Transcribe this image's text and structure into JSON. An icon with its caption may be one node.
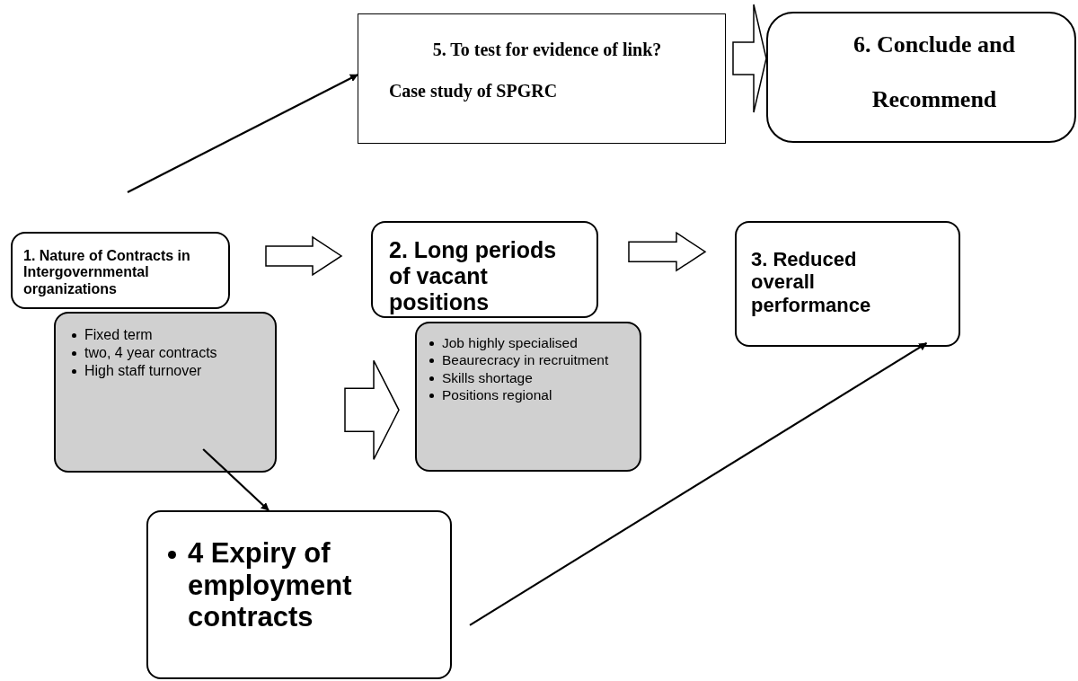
{
  "diagram": {
    "nodes": [
      {
        "text": [
          "1. Nature of Contracts in Intergovernmental organizations"
        ]
      },
      {
        "text": [
          "Fixed term",
          "two, 4 year contracts",
          "High staff turnover"
        ]
      },
      {
        "text": [
          "2. Long periods of vacant positions"
        ]
      },
      {
        "text": [
          "Job highly specialised",
          "Beaurecracy in recruitment",
          "Skills shortage",
          "Positions regional"
        ]
      },
      {
        "text": [
          "3. Reduced overall performance"
        ]
      },
      {
        "text": [
          "4 Expiry of employment contracts"
        ]
      },
      {
        "text": [
          "5. To test for evidence of link?",
          "Case study of SPGRC"
        ]
      },
      {
        "text": [
          "6. Conclude and Recommend"
        ]
      }
    ],
    "edges": [
      {
        "from": null,
        "to": 6,
        "arrow": "to"
      },
      {
        "from": 0,
        "to": 2,
        "arrow": "to",
        "style": "thick"
      },
      {
        "from": 2,
        "to": 4,
        "arrow": "to",
        "style": "thick"
      },
      {
        "from": 1,
        "to": 3,
        "arrow": "to",
        "style": "thick"
      },
      {
        "from": 6,
        "to": 7,
        "arrow": "to",
        "style": "thick"
      },
      {
        "from": 1,
        "to": 5,
        "arrow": "to"
      },
      {
        "from": 5,
        "to": 4,
        "arrow": "to"
      }
    ]
  }
}
